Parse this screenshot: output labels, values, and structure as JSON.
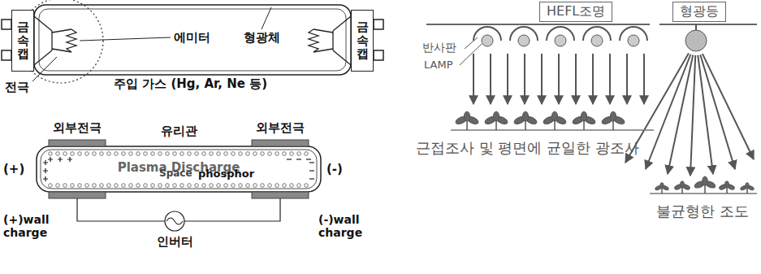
{
  "diagram": {
    "nodes": [
      {
        "text": [
          "금속캡"
        ]
      },
      {
        "text": [
          "금속캡"
        ]
      },
      {
        "text": [
          "HEFL조명"
        ]
      },
      {
        "text": [
          "형광등"
        ]
      }
    ],
    "labels": [
      "에미터",
      "형광체",
      "전극",
      "주입 가스 (Hg, Ar, Ne 등)",
      "외부전극",
      "유리관",
      "외부전극",
      "(+)",
      "(-)",
      "Plasma Discharge",
      "Space",
      "phosphor",
      "(+)wall charge",
      "(-)wall charge",
      "인버터",
      "반사판",
      "LAMP",
      "근접조사 및 평면에 균일한 광조사",
      "불균형한 조도"
    ]
  }
}
